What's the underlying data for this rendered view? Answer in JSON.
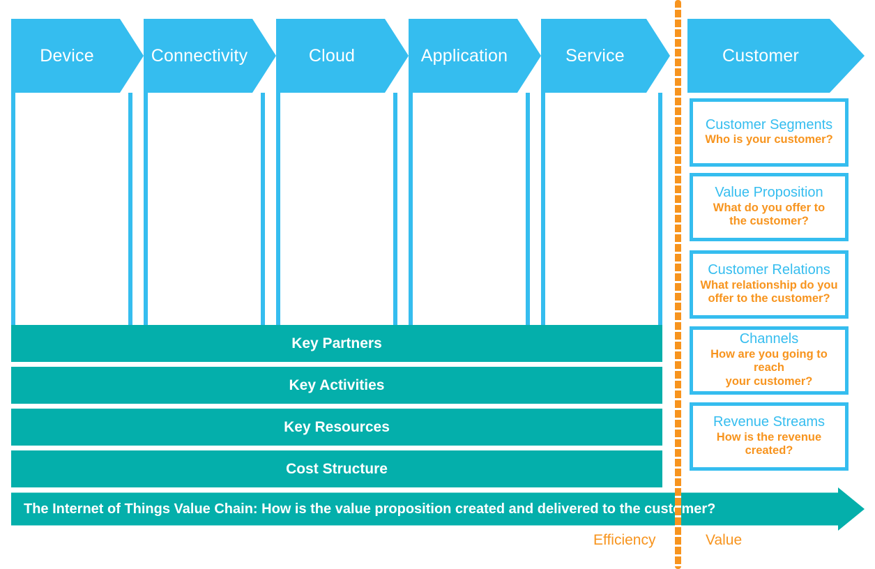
{
  "diagram": {
    "title": "The Internet of Things Value Chain",
    "colors": {
      "blue": "#35bdef",
      "teal": "#04afab",
      "orange": "#f7941e",
      "white": "#ffffff"
    }
  },
  "value_chain": {
    "stages": [
      {
        "label": "Device"
      },
      {
        "label": "Connectivity"
      },
      {
        "label": "Cloud"
      },
      {
        "label": "Application"
      },
      {
        "label": "Service"
      }
    ],
    "customer_stage": {
      "label": "Customer"
    }
  },
  "foundation_bars": [
    {
      "label": "Key Partners"
    },
    {
      "label": "Key Activities"
    },
    {
      "label": "Key Resources"
    },
    {
      "label": "Cost Structure"
    }
  ],
  "summary_arrow": {
    "label": "The Internet of Things Value Chain: How is the value proposition created and delivered to the customer?"
  },
  "customer_blocks": [
    {
      "title": "Customer Segments",
      "question": "Who is your customer?"
    },
    {
      "title": "Value Proposition",
      "question_line1": "What do you offer to",
      "question_line2": "the customer?"
    },
    {
      "title": "Customer Relations",
      "question_line1": "What relationship do you",
      "question_line2": "offer to the customer?"
    },
    {
      "title": "Channels",
      "question_line1": "How are you going to reach",
      "question_line2": "your customer?"
    },
    {
      "title": "Revenue Streams",
      "question": "How is the revenue created?"
    }
  ],
  "axis_labels": {
    "left": "Efficiency",
    "right": "Value"
  }
}
